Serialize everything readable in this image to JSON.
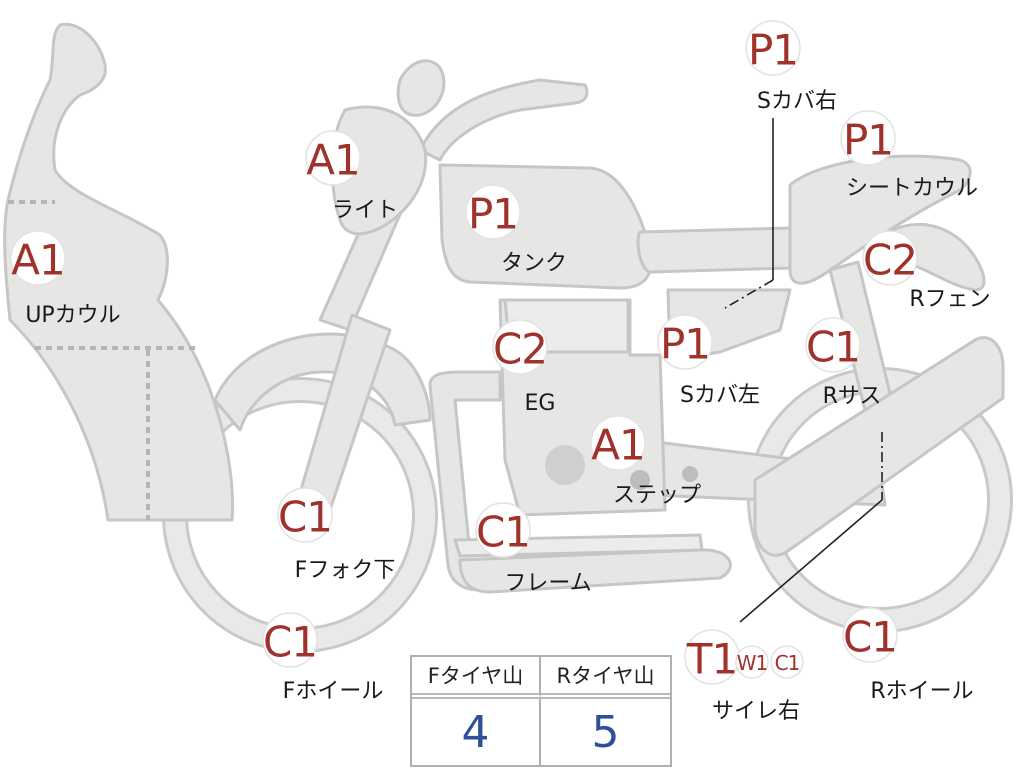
{
  "labels": {
    "up_cowl": "UPカウル",
    "light": "ライト",
    "tank": "タンク",
    "s_cover_right": "Sカバ右",
    "seat_cowl": "シートカウル",
    "r_fender": "Rフェン",
    "s_cover_left": "Sカバ左",
    "r_suspension": "Rサス",
    "engine": "EG",
    "step": "ステップ",
    "f_fork_lower": "Fフォク下",
    "frame": "フレーム",
    "f_wheel": "Fホイール",
    "muffler_right": "サイレ右",
    "r_wheel": "Rホイール"
  },
  "badges": {
    "up_cowl": "A1",
    "light": "A1",
    "tank": "P1",
    "s_cover_right": "P1",
    "seat_cowl": "P1",
    "r_fender": "C2",
    "s_cover_left": "P1",
    "r_suspension": "C1",
    "engine": "C2",
    "step": "A1",
    "f_fork_lower": "C1",
    "frame": "C1",
    "f_wheel": "C1",
    "muffler_right_main": "T1",
    "muffler_right_w": "W1",
    "muffler_right_c": "C1",
    "r_wheel": "C1"
  },
  "tire_table": {
    "front_header": "Fタイヤ山",
    "rear_header": "Rタイヤ山",
    "front_value": "4",
    "rear_value": "5"
  },
  "colors": {
    "badge_text": "#a0322c",
    "tire_value": "#2f4f9a",
    "part_fill": "#e6e6e4"
  }
}
